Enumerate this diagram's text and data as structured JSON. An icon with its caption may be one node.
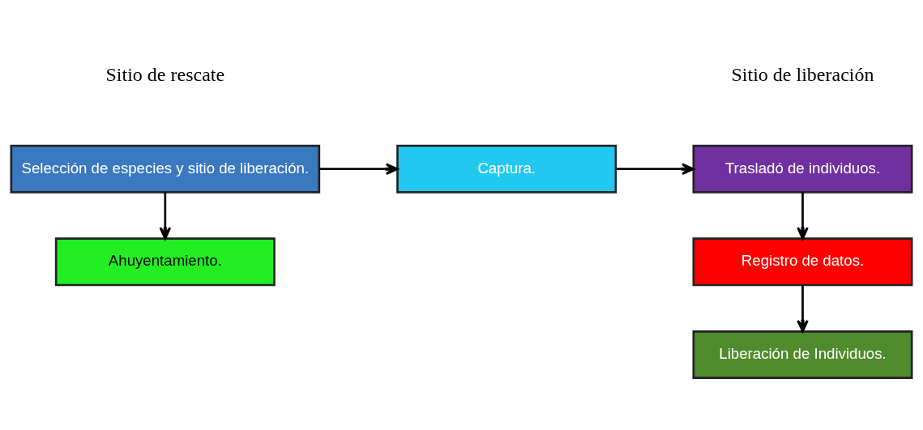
{
  "diagram": {
    "nodes": [
      {
        "text": [
          "Selección de especies y sitio de liberación."
        ]
      },
      {
        "text": [
          "Ahuyentamiento."
        ]
      },
      {
        "text": [
          "Captura."
        ]
      },
      {
        "text": [
          "Trasladó de individuos."
        ]
      },
      {
        "text": [
          "Registro de datos."
        ]
      },
      {
        "text": [
          "Liberación de Individuos."
        ]
      }
    ],
    "edges": [
      {
        "from": 0,
        "to": 2,
        "arrow": "to"
      },
      {
        "from": 2,
        "to": 3,
        "arrow": "to"
      },
      {
        "from": 0,
        "to": 1,
        "arrow": "to"
      },
      {
        "from": 3,
        "to": 4,
        "arrow": "to"
      },
      {
        "from": 4,
        "to": 5,
        "arrow": "to"
      }
    ],
    "labels": [
      "Sitio de rescate",
      "Sitio de liberación"
    ]
  }
}
